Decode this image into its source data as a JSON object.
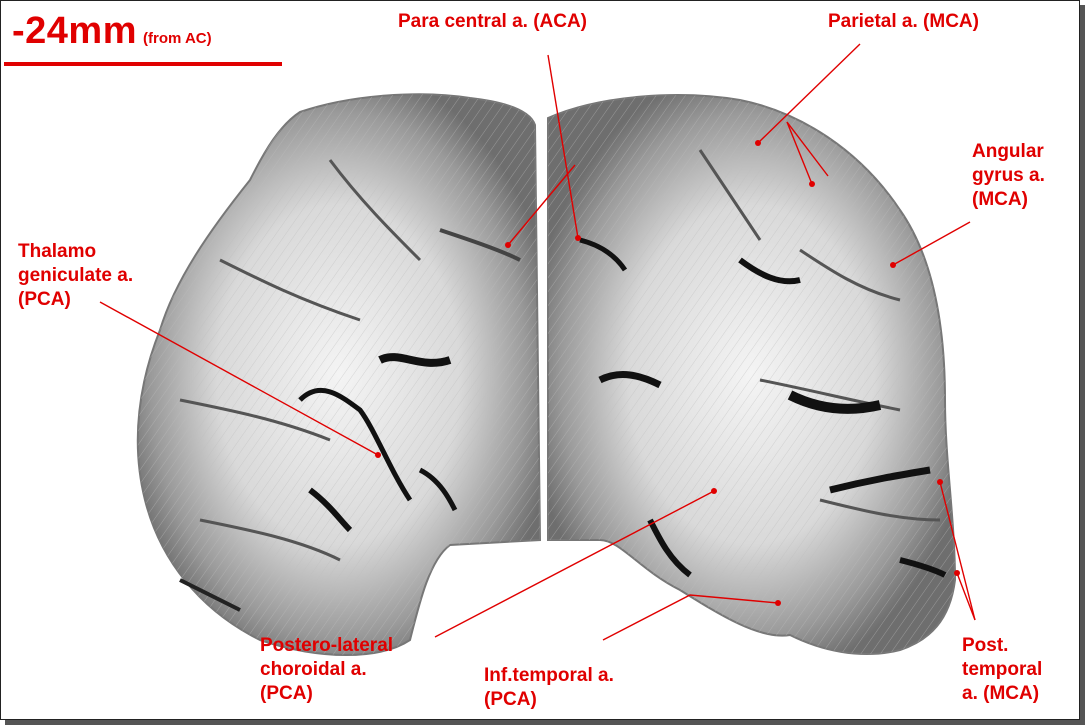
{
  "slice": {
    "position": "-24mm",
    "reference": "(from AC)"
  },
  "labels": {
    "para_central": "Para central a. (ACA)",
    "parietal": "Parietal a. (MCA)",
    "angular_1": "Angular",
    "angular_2": "gyrus a.",
    "angular_3": "(MCA)",
    "thalamo_1": "Thalamo",
    "thalamo_2": "geniculate a.",
    "thalamo_3": "(PCA)",
    "postero_1": "Postero-lateral",
    "postero_2": "choroidal a.",
    "postero_3": "(PCA)",
    "inf_temporal_1": "Inf.temporal a.",
    "inf_temporal_2": "(PCA)",
    "post_temporal_1": "Post.",
    "post_temporal_2": "temporal",
    "post_temporal_3": "a. (MCA)"
  },
  "colors": {
    "annotation": "#e00000",
    "tissue_dark": "#1a1a1a",
    "tissue_mid": "#8a8a8a",
    "tissue_light": "#c8c8c8"
  }
}
